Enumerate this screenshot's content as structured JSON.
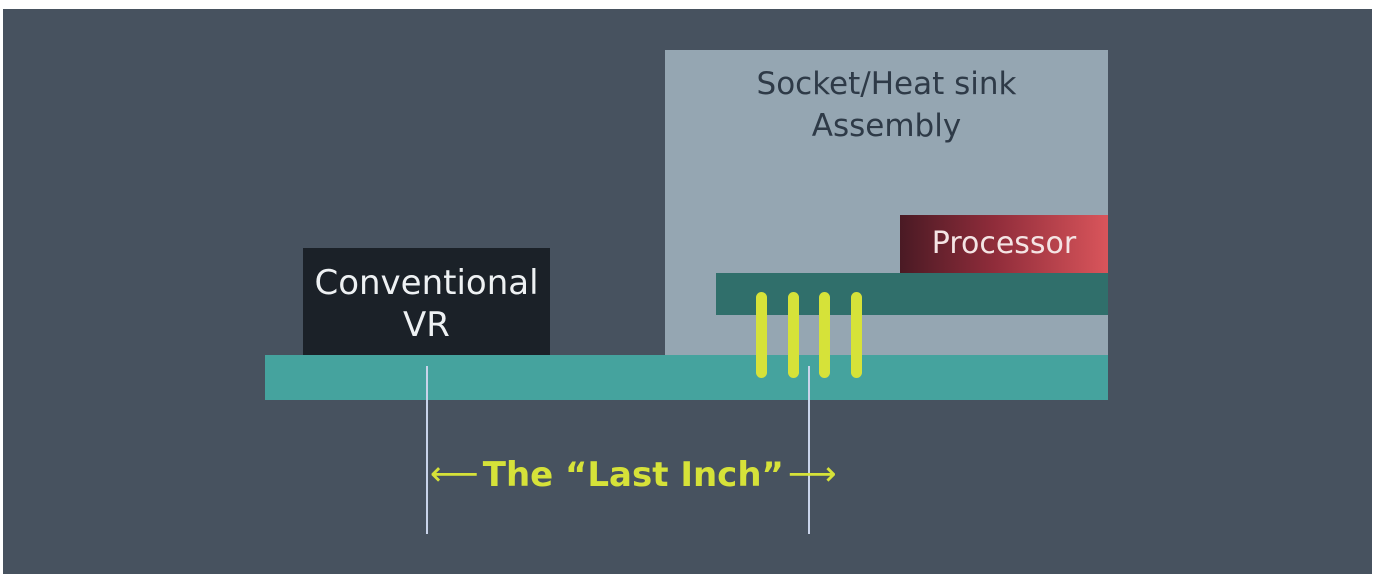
{
  "diagram": {
    "heat_sink_label_line1": "Socket/Heat sink",
    "heat_sink_label_line2": "Assembly",
    "processor_label": "Processor",
    "vr_label_line1": "Conventional",
    "vr_label_line2": "VR",
    "distance_label": "The “Last Inch”",
    "left_arrow": "⟵",
    "right_arrow": "⟶"
  },
  "colors": {
    "background": "#47525f",
    "heat_sink": "#95a6b2",
    "processor": "#d9555b",
    "substrate": "#306f6b",
    "motherboard": "#45a39e",
    "vr_module": "#1b2128",
    "pins": "#d6e239",
    "measure_lines": "#c9d4ea"
  }
}
